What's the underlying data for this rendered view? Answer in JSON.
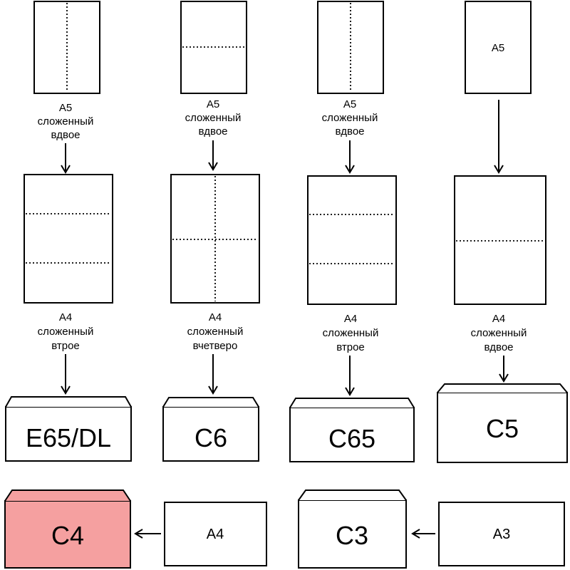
{
  "col1": {
    "sheet_label": "A5",
    "fold_label_1": "сложенный",
    "fold_label_2": "вдвое",
    "mid_label": "A4",
    "mid_fold_1": "сложенный",
    "mid_fold_2": "втрое",
    "envelope": "E65/DL"
  },
  "col2": {
    "sheet_label": "A5",
    "fold_label_1": "сложенный",
    "fold_label_2": "вдвое",
    "mid_label": "A4",
    "mid_fold_1": "сложенный",
    "mid_fold_2": "вчетверо",
    "envelope": "C6"
  },
  "col3": {
    "sheet_label": "A5",
    "fold_label_1": "сложенный",
    "fold_label_2": "вдвое",
    "mid_label": "A4",
    "mid_fold_1": "сложенный",
    "mid_fold_2": "втрое",
    "envelope": "C65"
  },
  "col4": {
    "sheet_label": "A5",
    "mid_label": "A4",
    "mid_fold_1": "сложенный",
    "mid_fold_2": "вдвое",
    "envelope": "C5"
  },
  "bottom": {
    "c4_envelope": "C4",
    "c4_source": "A4",
    "c3_envelope": "C3",
    "c3_source": "A3"
  },
  "colors": {
    "highlight": "#f5a0a0",
    "stroke": "#000000",
    "background": "#ffffff"
  }
}
